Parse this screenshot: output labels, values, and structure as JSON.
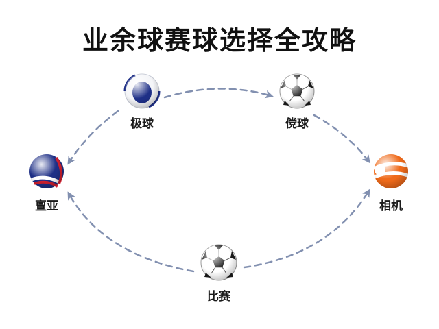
{
  "title": "业余球赛球选择全攻略",
  "colors": {
    "arrow": "#8290b0",
    "navy": "#1e2f86",
    "red": "#d1202f",
    "orange": "#ef6a1a",
    "black": "#1a1a1a"
  },
  "nodes": [
    {
      "id": "jiqiu",
      "label": "极球",
      "icon": "navy-white-ball-icon"
    },
    {
      "id": "qiqiu",
      "label": "傥球",
      "icon": "soccer-ball-icon"
    },
    {
      "id": "xiangji",
      "label": "相机",
      "icon": "orange-white-ball-icon"
    },
    {
      "id": "bisai",
      "label": "比赛",
      "icon": "soccer-ball-icon"
    },
    {
      "id": "jianya",
      "label": "亶亚",
      "icon": "navy-red-ball-icon"
    }
  ]
}
